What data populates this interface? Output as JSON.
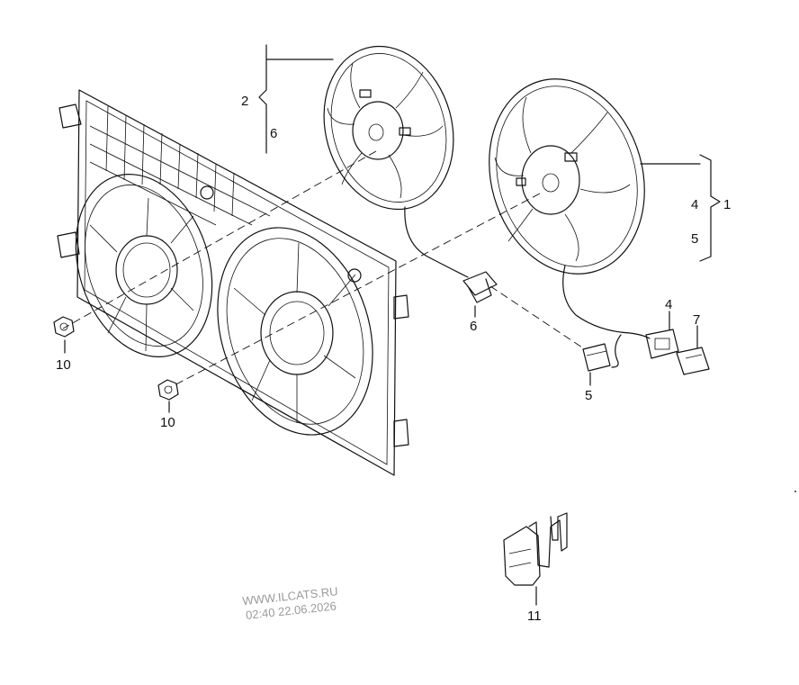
{
  "callouts": {
    "c1": "1",
    "c2": "2",
    "c4a": "4",
    "c4b": "4",
    "c5a": "5",
    "c5b": "5",
    "c6a": "6",
    "c6b": "6",
    "c7": "7",
    "c10a": "10",
    "c10b": "10",
    "c11": "11"
  },
  "watermark": {
    "site": "WWW.ILCATS.RU",
    "timestamp": "02:40 22.06.2026"
  }
}
